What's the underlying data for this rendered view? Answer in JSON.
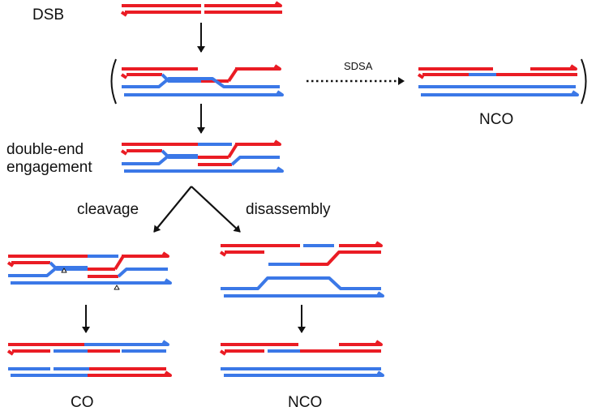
{
  "labels": {
    "dsb": "DSB",
    "sdsa": "SDSA",
    "nco_top": "NCO",
    "double_end_engagement": "double-end engagement",
    "cleavage": "cleavage",
    "disassembly": "disassembly",
    "co": "CO",
    "nco_bottom": "NCO"
  },
  "colors": {
    "strand_red": "#ea1c24",
    "strand_blue": "#3b78e7",
    "arrow": "#111111"
  }
}
